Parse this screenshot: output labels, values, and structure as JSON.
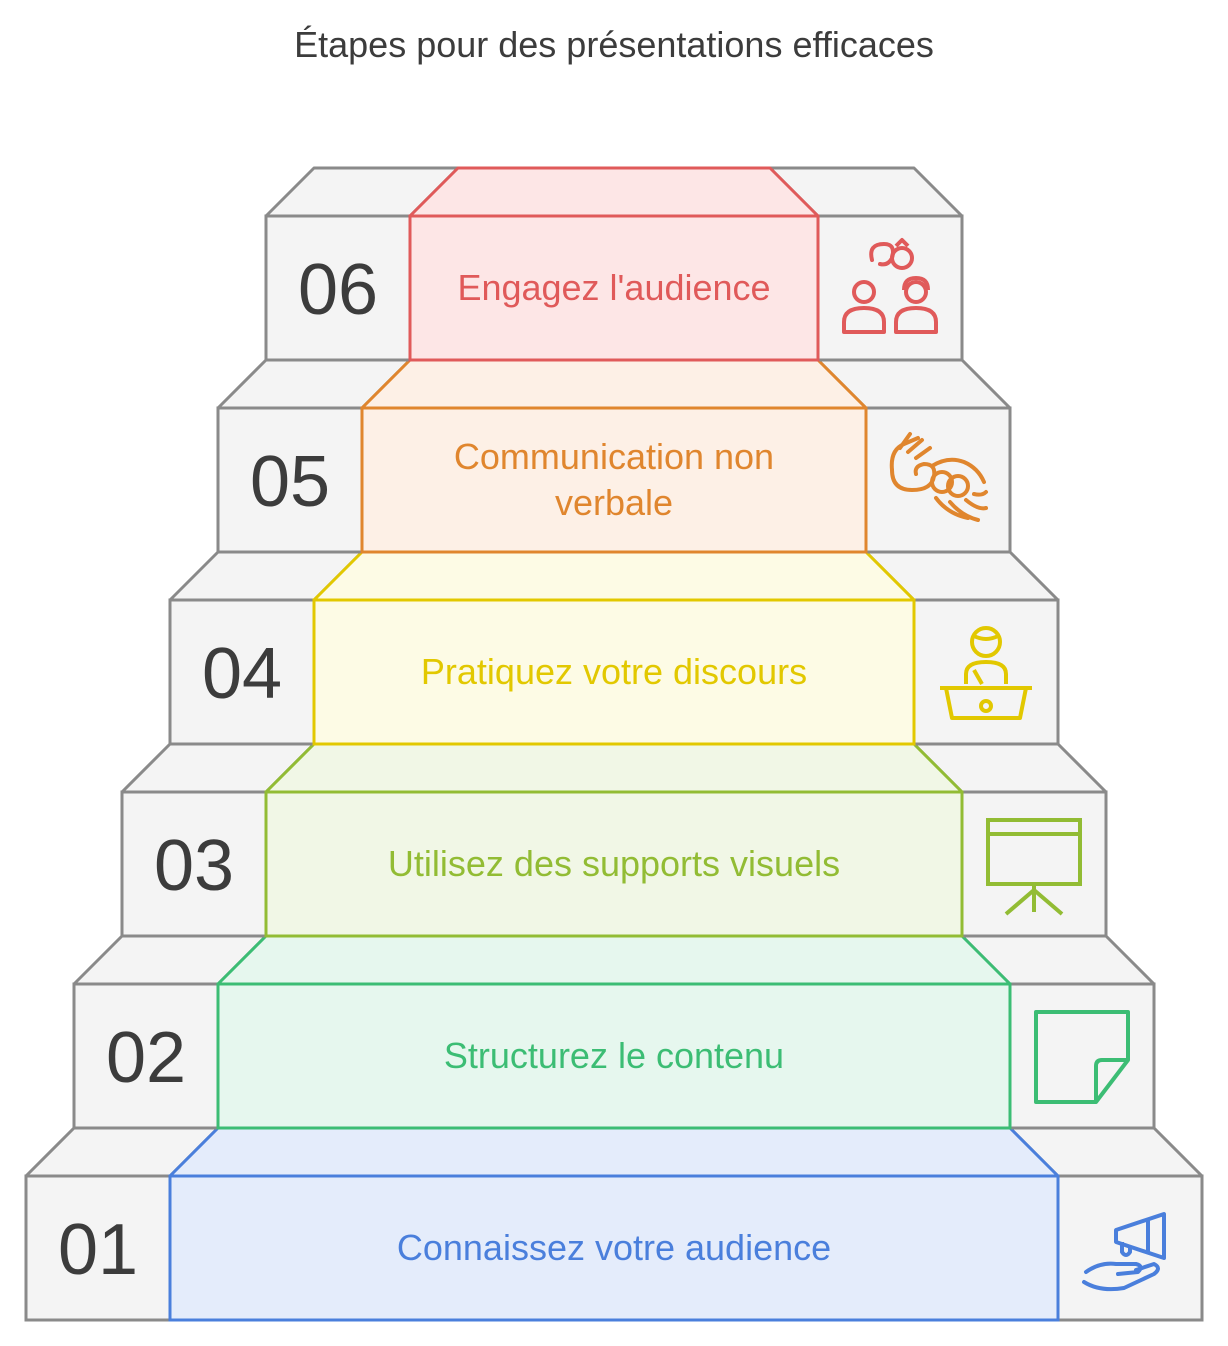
{
  "title": "Étapes pour des présentations efficaces",
  "steps": [
    {
      "number": "01",
      "label": "Connaissez votre audience",
      "color": "#4a7fdc",
      "fill": "#e4ecfb",
      "icon": "megaphone-hand-icon"
    },
    {
      "number": "02",
      "label": "Structurez le contenu",
      "color": "#3cbd74",
      "fill": "#e6f7ee",
      "icon": "note-icon"
    },
    {
      "number": "03",
      "label": "Utilisez des supports visuels",
      "color": "#92bc34",
      "fill": "#f1f7e6",
      "icon": "presentation-board-icon"
    },
    {
      "number": "04",
      "label": "Pratiquez votre discours",
      "color": "#e2c800",
      "fill": "#fdfbe5",
      "icon": "speaker-podium-icon"
    },
    {
      "number": "05",
      "label": "Communication non verbale",
      "color": "#e0862e",
      "fill": "#fdf0e6",
      "icon": "hand-gestures-icon"
    },
    {
      "number": "06",
      "label": "Engagez l'audience",
      "color": "#e05a5a",
      "fill": "#fde6e6",
      "icon": "audience-icon"
    }
  ]
}
